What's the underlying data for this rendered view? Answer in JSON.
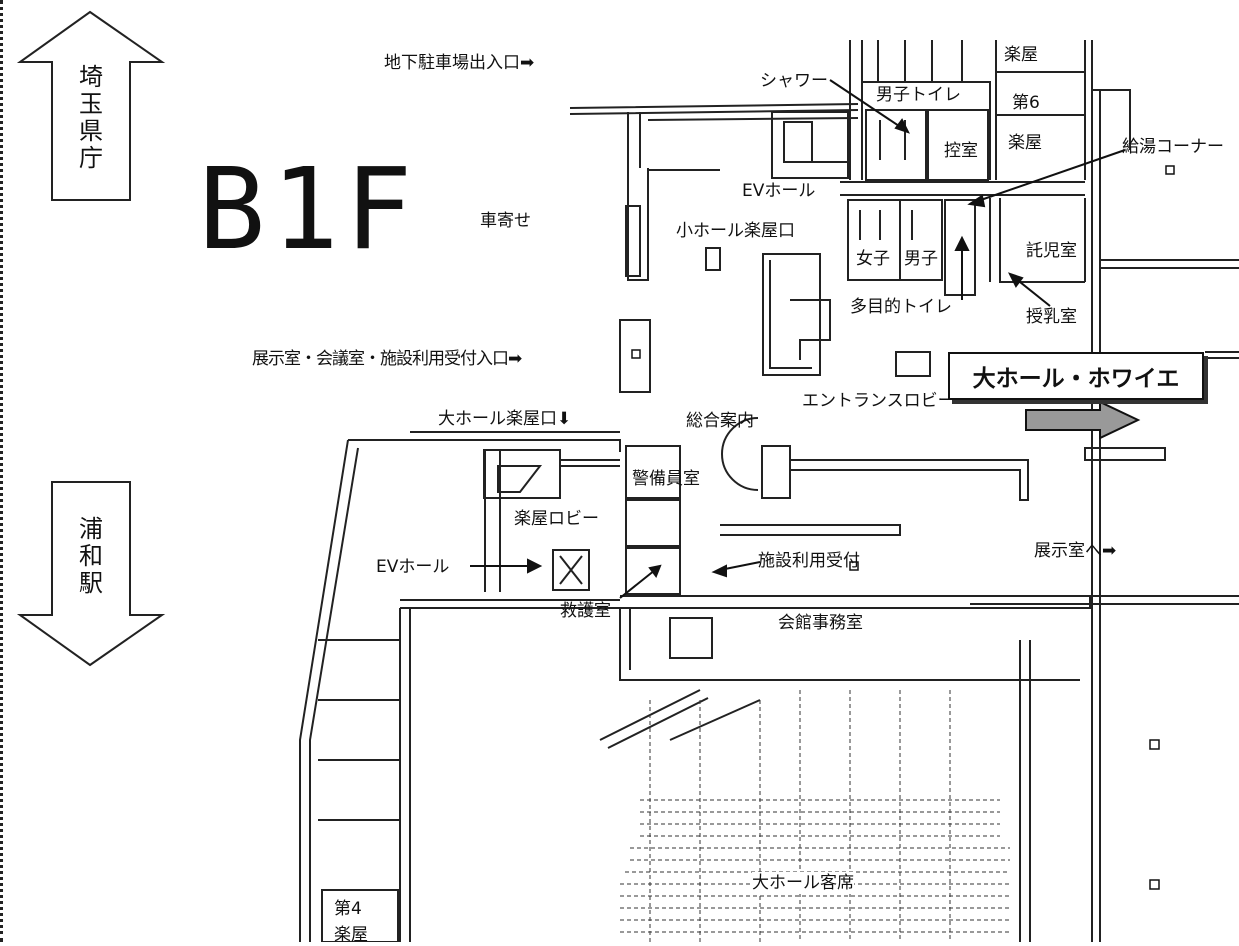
{
  "floor": "B1F",
  "directions": [
    {
      "id": "north",
      "text": "埼玉県庁"
    },
    {
      "id": "south",
      "text": "浦和駅"
    }
  ],
  "highlight_label": "大ホール・ホワイエ",
  "labels": {
    "parking_entrance": "地下駐車場出入口➡",
    "car_approach": "車寄せ",
    "exhibit_entrance": "展示室・会議室・施設利用受付入口➡",
    "large_hall_green_room": "大ホール楽屋口⬇",
    "shower": "シャワー",
    "mens_toilet_top": "男子トイレ",
    "waiting_room": "控室",
    "green_room_6_a": "第6",
    "green_room_6_b": "楽屋",
    "green_room_top": "楽屋",
    "kitchenette": "給湯コーナー",
    "ev_hall_top": "EVホール",
    "small_hall_green_room": "小ホール楽屋口",
    "womens": "女子",
    "mens": "男子",
    "multipurpose_toilet": "多目的トイレ",
    "nursery": "託児室",
    "nursing_room": "授乳室",
    "entrance_lobby": "エントランスロビー",
    "info_desk": "総合案内",
    "security_room": "警備員室",
    "green_room_lobby": "楽屋ロビー",
    "ev_hall_left": "EVホール",
    "first_aid_room": "救護室",
    "facility_reception": "施設利用受付",
    "to_exhibition": "展示室へ➡",
    "admin_office": "会館事務室",
    "hall_seating": "大ホール客席",
    "green_room_4_a": "第4",
    "green_room_4_b": "楽屋"
  }
}
